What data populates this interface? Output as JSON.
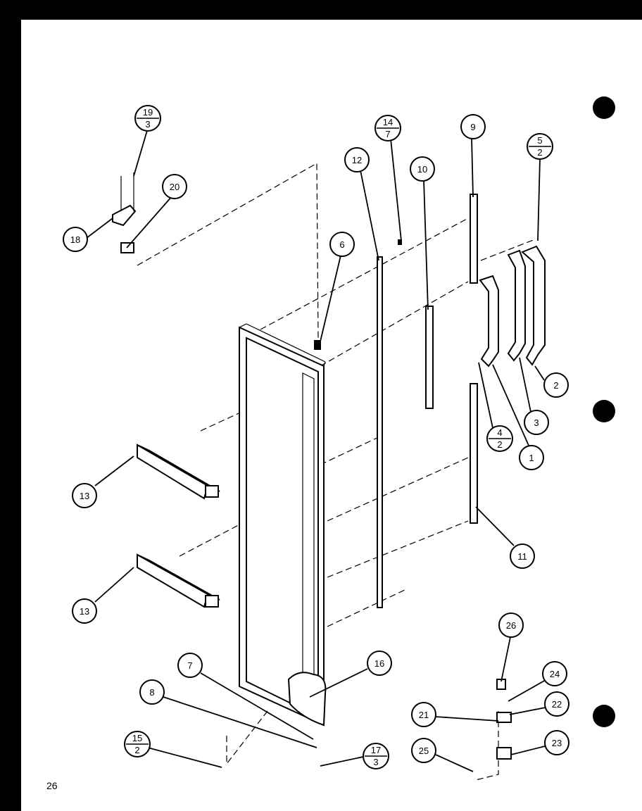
{
  "page": {
    "number": "26"
  },
  "callouts": {
    "c19_3": {
      "top": "19",
      "bottom": "3"
    },
    "c20": "20",
    "c18": "18",
    "c6": "6",
    "c12": "12",
    "c14_7": {
      "top": "14",
      "bottom": "7"
    },
    "c10": "10",
    "c9": "9",
    "c5_2": {
      "top": "5",
      "bottom": "2"
    },
    "c2": "2",
    "c3": "3",
    "c4_2": {
      "top": "4",
      "bottom": "2"
    },
    "c1": "1",
    "c11": "11",
    "c13a": "13",
    "c13b": "13",
    "c16": "16",
    "c7": "7",
    "c8": "8",
    "c15_2": {
      "top": "15",
      "bottom": "2"
    },
    "c17_3": {
      "top": "17",
      "bottom": "3"
    },
    "c26": "26",
    "c24": "24",
    "c22": "22",
    "c21": "21",
    "c23": "23",
    "c25": "25"
  }
}
